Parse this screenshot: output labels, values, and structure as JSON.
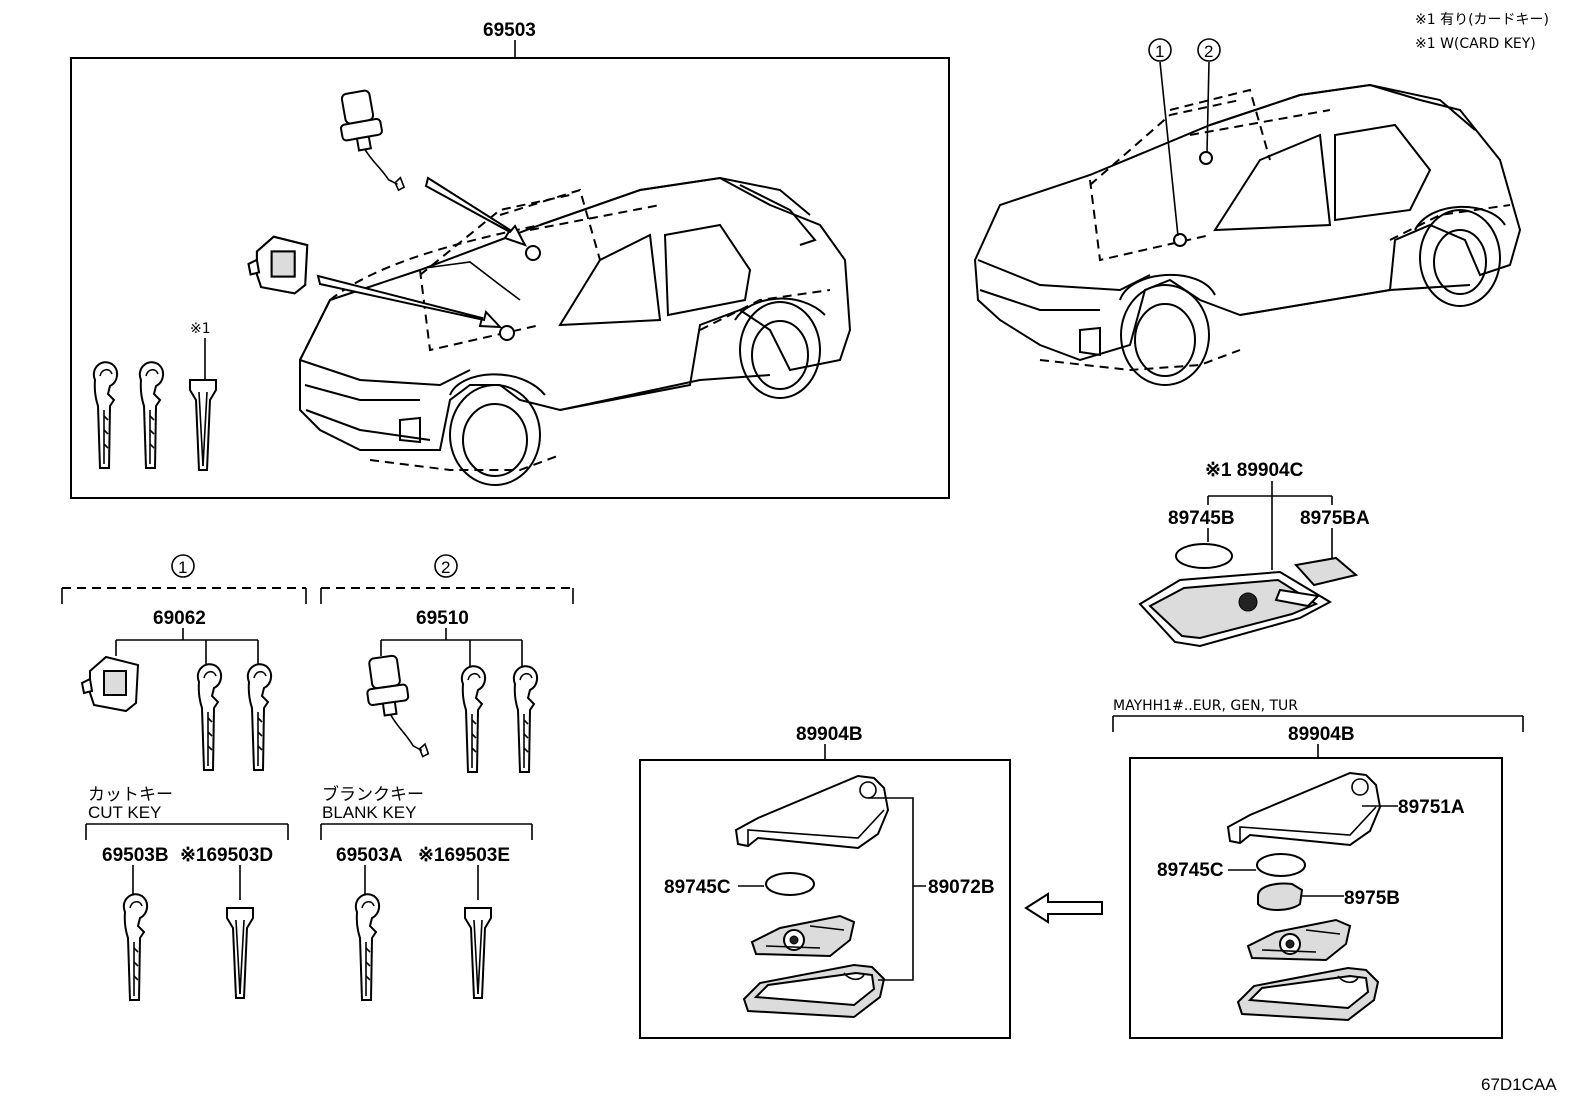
{
  "notes": {
    "line1": "※1 有り(カードキー)",
    "line2": "※1 W(CARD KEY)"
  },
  "main_group": {
    "number": "69503"
  },
  "main_car_note": "※1",
  "right_car": {
    "circle1": "1",
    "circle2": "2"
  },
  "card_kit": {
    "number": "※1 89904C",
    "battery": "89745B",
    "cover": "8975BA"
  },
  "group1": {
    "circle": "1",
    "number": "69062",
    "cut_key_jp": "カットキー",
    "cut_key_en": "CUT KEY",
    "key_a": "69503B",
    "key_b": "※169503D"
  },
  "group2": {
    "circle": "2",
    "number": "69510",
    "blank_key_jp": "ブランクキー",
    "blank_key_en": "BLANK KEY",
    "key_a": "69503A",
    "key_b": "※169503E"
  },
  "fob_left": {
    "number": "89904B",
    "battery": "89745C",
    "case": "89072B"
  },
  "fob_right": {
    "variant": "MAYHH1#..EUR, GEN, TUR",
    "number": "89904B",
    "cover": "89751A",
    "battery": "89745C",
    "pad": "8975B"
  },
  "diagram_code": "67D1CAA"
}
